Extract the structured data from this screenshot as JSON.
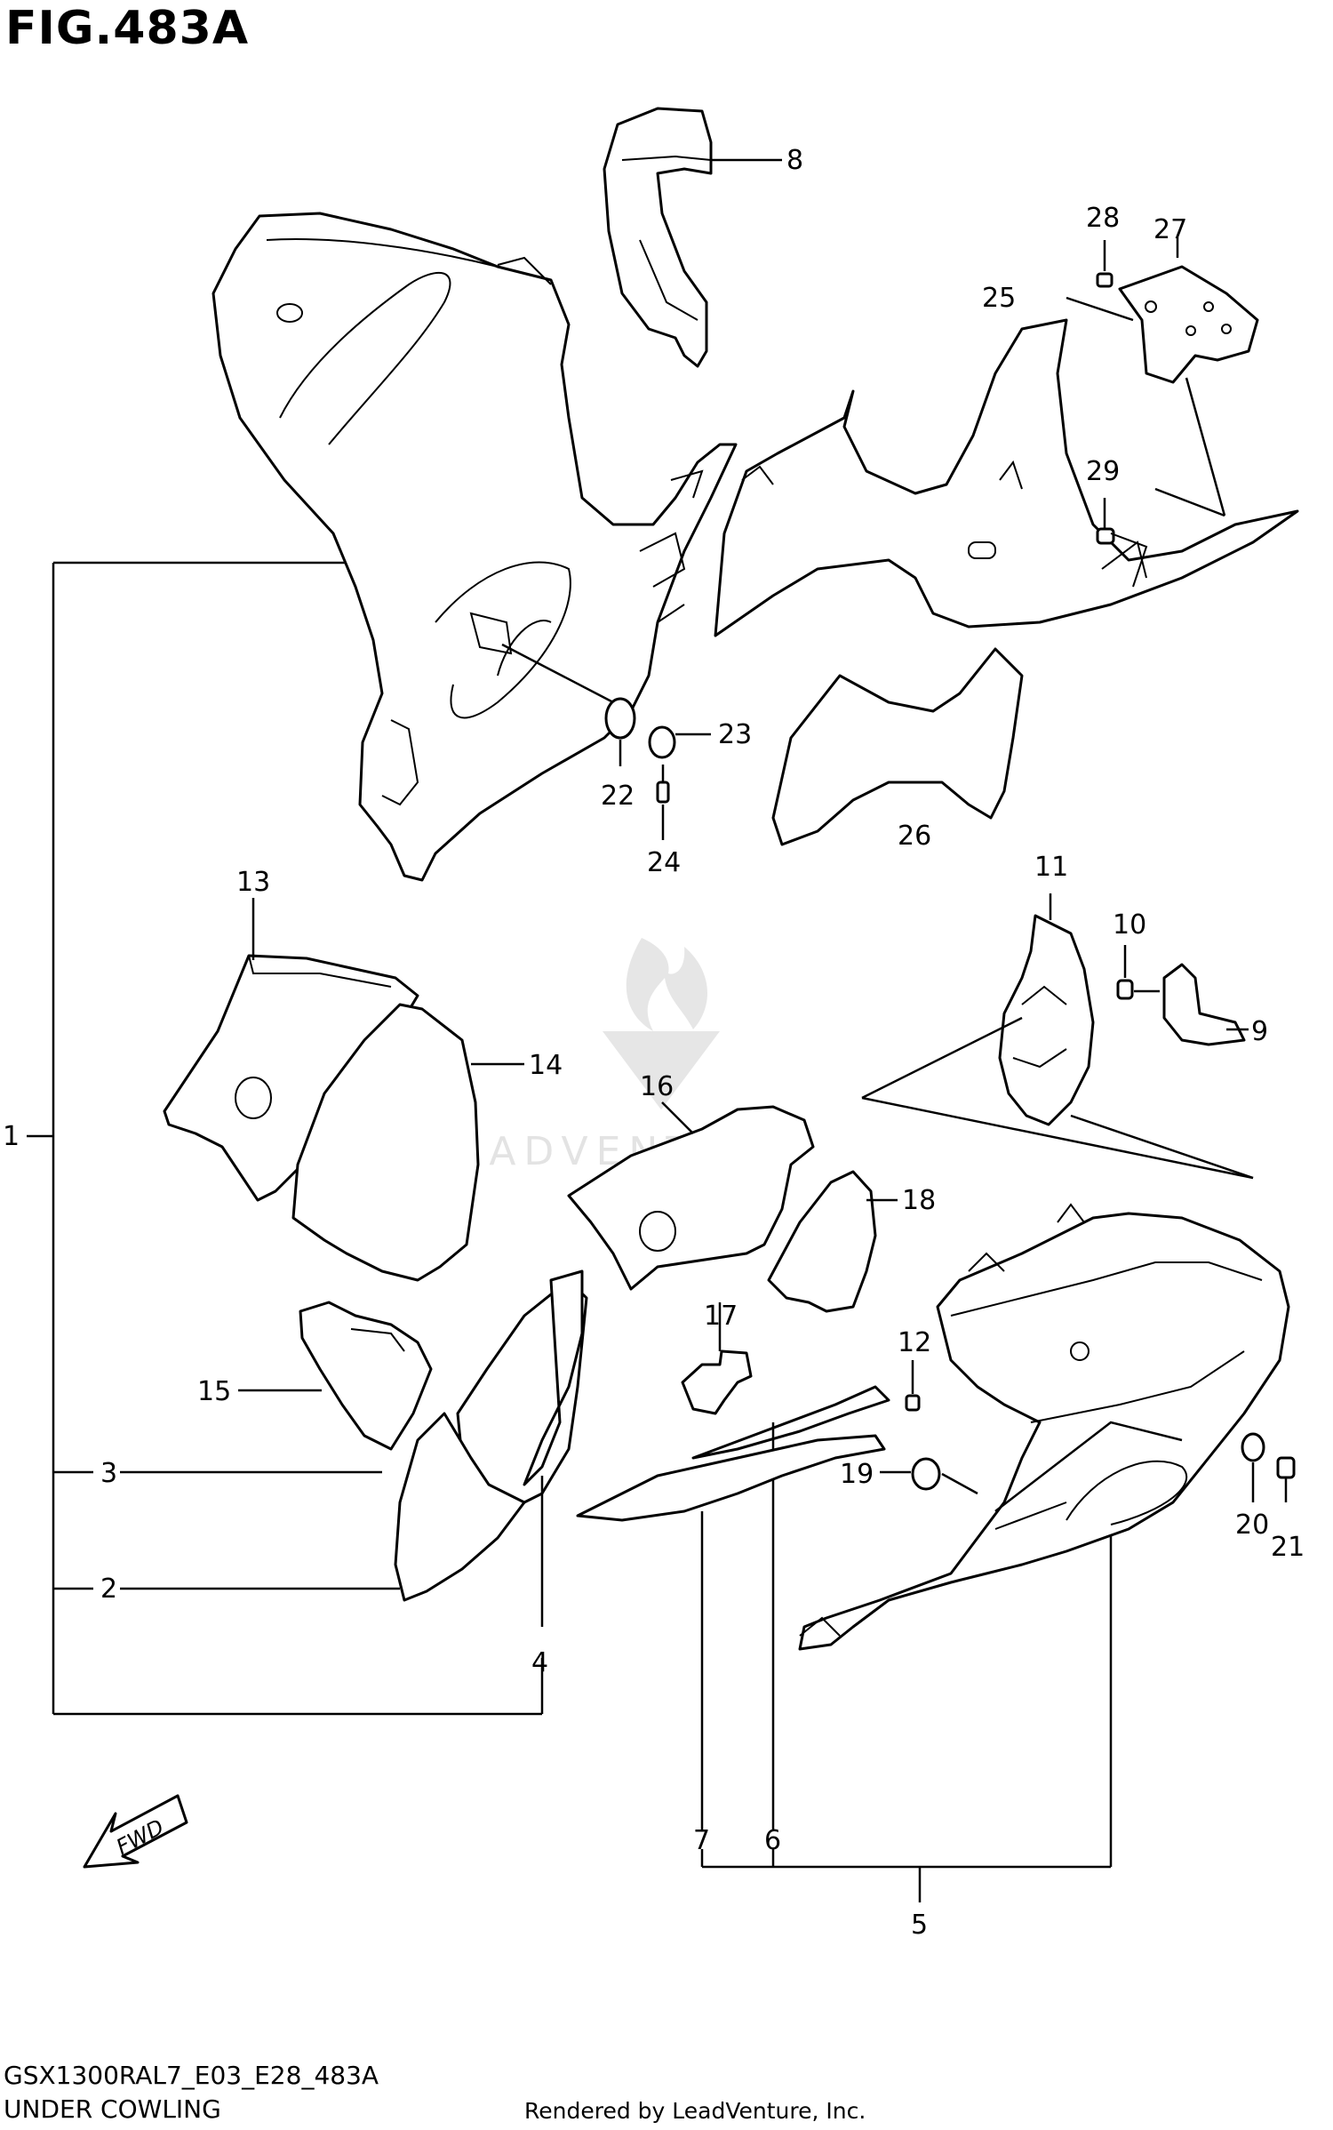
{
  "header": {
    "figure_title": "FIG.483A"
  },
  "footer": {
    "model_code": "GSX1300RAL7_E03_E28_483A",
    "section_name": "UNDER COWLING"
  },
  "credit": "Rendered by LeadVenture, Inc.",
  "watermark": {
    "text": "LEADVENTURE"
  },
  "fwd_label": "FWD",
  "part_numbers": [
    "1",
    "2",
    "3",
    "4",
    "5",
    "6",
    "7",
    "8",
    "9",
    "10",
    "11",
    "12",
    "13",
    "14",
    "15",
    "16",
    "17",
    "18",
    "19",
    "20",
    "21",
    "22",
    "23",
    "24",
    "25",
    "26",
    "27",
    "28",
    "29"
  ]
}
